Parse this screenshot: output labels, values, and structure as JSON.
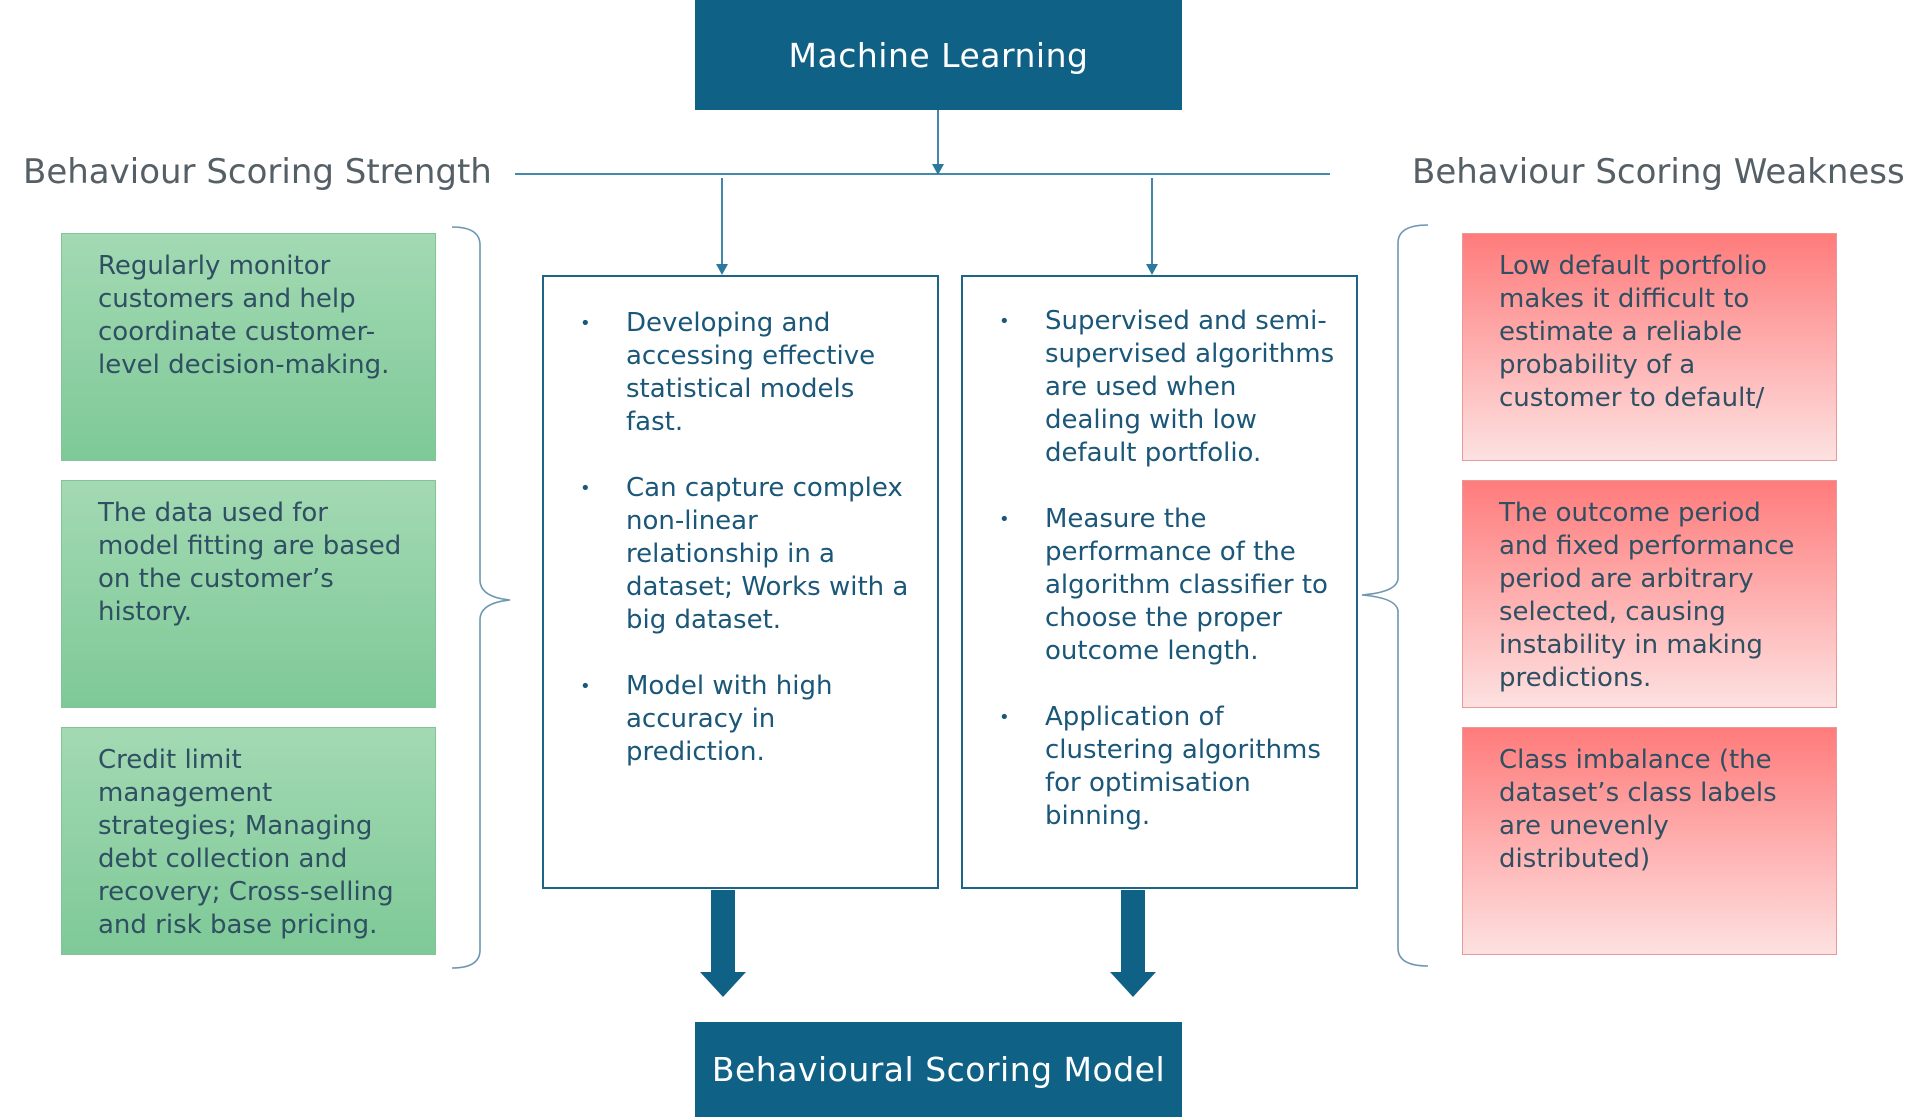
{
  "top_box": "Machine Learning",
  "bottom_box": "Behavioural Scoring Model",
  "left_heading": "Behaviour Scoring Strength",
  "right_heading": "Behaviour Scoring Weakness",
  "strengths": [
    "Regularly monitor customers and help coordinate customer-level decision-making.",
    "The data used for model fitting are based on the customer’s history.",
    "Credit limit management strategies; Managing debt collection and recovery; Cross-selling and risk base pricing."
  ],
  "weaknesses": [
    "Low default portfolio makes it difficult to estimate a reliable probability of a customer to default/",
    "The outcome period and fixed performance period are arbitrary selected, causing instability in making predictions.",
    "Class imbalance (the dataset’s class labels are unevenly distributed)"
  ],
  "method_left": [
    "Developing and accessing effective statistical models fast.",
    "Can capture complex non-linear relationship in a dataset; Works with a big dataset.",
    "Model with high accuracy in prediction."
  ],
  "method_right": [
    "Supervised and semi-supervised algorithms are used when dealing with low default portfolio.",
    "Measure the performance of the algorithm classifier to choose the proper outcome length.",
    "Application of clustering algorithms for optimisation binning."
  ],
  "bullet_char": "•",
  "colors": {
    "header_fill": "#0f6185",
    "strength_fill": "#8fd1a4",
    "weakness_fill": "#ff8080",
    "connector": "#1d6487"
  }
}
